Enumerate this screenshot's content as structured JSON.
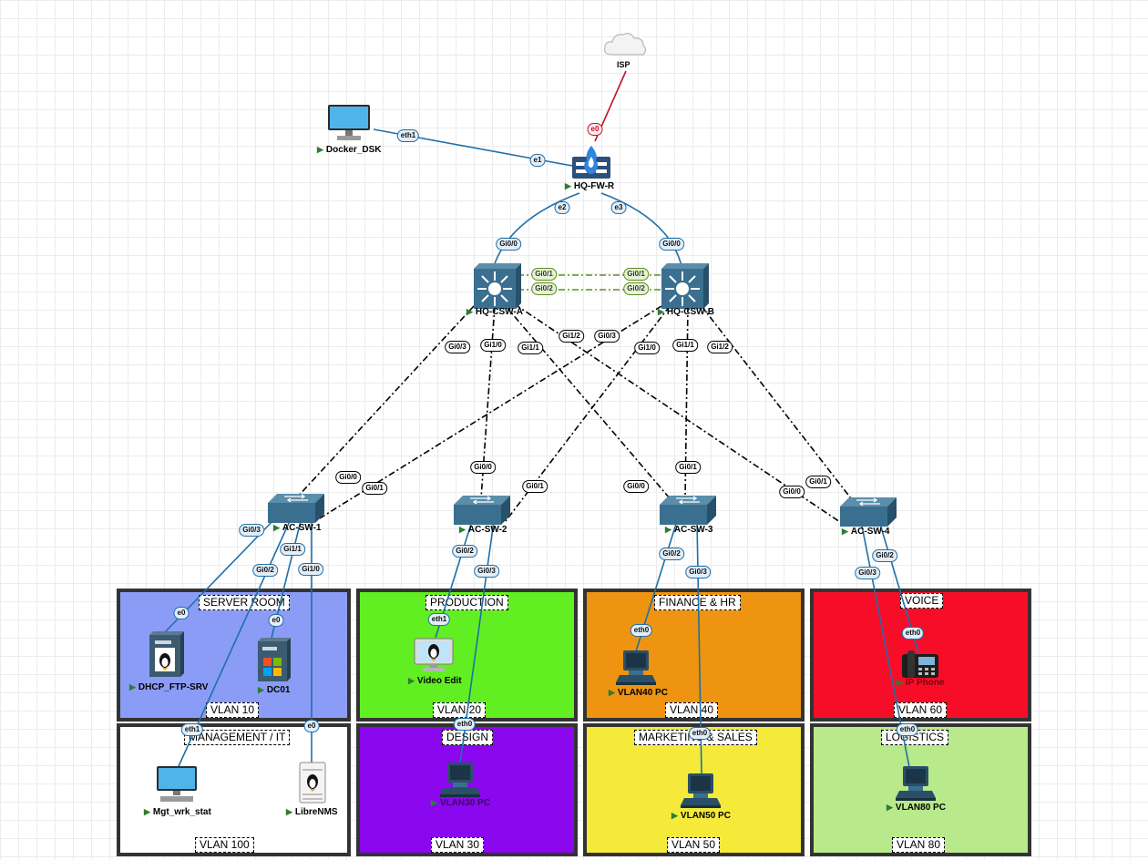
{
  "zones": [
    {
      "id": "server-room",
      "title": "SERVER ROOM",
      "vlan": "VLAN 10",
      "color": "#8b9cf7"
    },
    {
      "id": "production",
      "title": "PRODUCTION",
      "vlan": "VLAN 20",
      "color": "#62ef21"
    },
    {
      "id": "finance-hr",
      "title": "FINANCE & HR",
      "vlan": "VLAN 40",
      "color": "#ee9410"
    },
    {
      "id": "voice",
      "title": "VOICE",
      "vlan": "VLAN 60",
      "color": "#f80d29"
    },
    {
      "id": "management-it",
      "title": "MANAGEMENT / IT",
      "vlan": "VLAN 100",
      "color": "#ffffff"
    },
    {
      "id": "design",
      "title": "DESIGN",
      "vlan": "VLAN 30",
      "color": "#8a07ee"
    },
    {
      "id": "marketing-sales",
      "title": "MARKETING & SALES",
      "vlan": "VLAN 50",
      "color": "#f5ea3a"
    },
    {
      "id": "logistics",
      "title": "LOGISTICS",
      "vlan": "VLAN 80",
      "color": "#b8e98a"
    }
  ],
  "nodes": {
    "isp": {
      "label": "ISP",
      "icon": "cloud-icon"
    },
    "docker": {
      "label": "Docker_DSK",
      "icon": "monitor-icon"
    },
    "fw": {
      "label": "HQ-FW-R",
      "icon": "firewall-router-icon"
    },
    "cswa": {
      "label": "HQ-CSW-A",
      "icon": "layer3-switch-icon"
    },
    "cswb": {
      "label": "HQ-CSW-B",
      "icon": "layer3-switch-icon"
    },
    "ac1": {
      "label": "AC-SW-1",
      "icon": "switch-icon"
    },
    "ac2": {
      "label": "AC-SW-2",
      "icon": "switch-icon"
    },
    "ac3": {
      "label": "AC-SW-3",
      "icon": "switch-icon"
    },
    "ac4": {
      "label": "AC-SW-4",
      "icon": "switch-icon"
    },
    "dhcp": {
      "label": "DHCP_FTP-SRV",
      "icon": "linux-server-icon"
    },
    "dc01": {
      "label": "DC01",
      "icon": "windows-server-icon"
    },
    "video": {
      "label": "Video Edit",
      "icon": "linux-desktop-icon"
    },
    "vlan40pc": {
      "label": "VLAN40 PC",
      "icon": "pc-icon"
    },
    "ipphone": {
      "label": "IP Phone",
      "icon": "ip-phone-icon"
    },
    "mgt": {
      "label": "Mgt_wrk_stat",
      "icon": "monitor-icon"
    },
    "librenms": {
      "label": "LibreNMS",
      "icon": "linux-server-icon"
    },
    "vlan30pc": {
      "label": "VLAN30 PC",
      "icon": "pc-icon"
    },
    "vlan50pc": {
      "label": "VLAN50 PC",
      "icon": "pc-icon"
    },
    "vlan80pc": {
      "label": "VLAN80 PC",
      "icon": "pc-icon"
    }
  },
  "ports": {
    "isp_fw": "e0",
    "docker": "eth1",
    "fw_docker": "e1",
    "fw_cswa": "e2",
    "fw_cswb": "e3",
    "cswa_up": "Gi0/0",
    "cswb_up": "Gi0/0",
    "cswa_gi01": "Gi0/1",
    "cswa_gi02": "Gi0/2",
    "cswb_gi01": "Gi0/1",
    "cswb_gi02": "Gi0/2",
    "cswa_ac1": "Gi0/3",
    "cswa_ac2": "Gi1/0",
    "cswa_ac3": "Gi1/1",
    "cswa_ac4": "Gi1/2",
    "cswb_ac1": "Gi0/3",
    "cswb_ac2": "Gi1/0",
    "cswb_ac3": "Gi1/1",
    "cswb_ac4": "Gi1/2",
    "ac1_a": "Gi0/0",
    "ac1_b": "Gi0/1",
    "ac2_a": "Gi0/0",
    "ac2_b": "Gi0/1",
    "ac3_a": "Gi0/0",
    "ac3_b": "Gi0/1",
    "ac4_a": "Gi0/0",
    "ac4_b": "Gi0/1",
    "ac1_dhcp": "Gi0/3",
    "ac1_mgt": "Gi0/2",
    "ac1_dc01": "Gi1/1",
    "ac1_libre": "Gi1/0",
    "ac2_video": "Gi0/2",
    "ac2_pc30": "Gi0/3",
    "ac3_pc40": "Gi0/2",
    "ac3_pc50": "Gi0/3",
    "ac4_phone": "Gi0/2",
    "ac4_pc80": "Gi0/3",
    "dhcp_e0": "e0",
    "dc01_e0": "e0",
    "video_eth1": "eth1",
    "pc40_eth0": "eth0",
    "phone_eth0": "eth0",
    "mgt_eth1": "eth1",
    "libre_e0": "e0",
    "pc30_eth0": "eth0",
    "pc50_eth0": "eth0",
    "pc80_eth0": "eth0"
  },
  "colors": {
    "link_blue": "#1f6fa8",
    "link_red": "#c0132a",
    "trunk": "#000000",
    "etherchannel": "#5c8d1b",
    "running": "#2e7d32"
  }
}
